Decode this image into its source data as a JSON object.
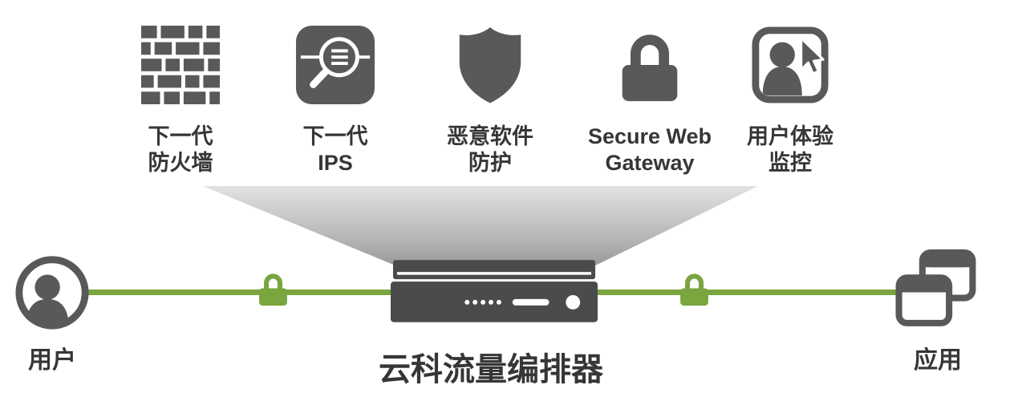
{
  "services": [
    {
      "icon": "next-gen-firewall-icon",
      "line1": "下一代",
      "line2": "防火墙"
    },
    {
      "icon": "next-gen-ips-icon",
      "line1": "下一代",
      "line2": "IPS"
    },
    {
      "icon": "malware-protection-icon",
      "line1": "恶意软件",
      "line2": "防护"
    },
    {
      "icon": "secure-web-gateway-icon",
      "line1": "Secure Web",
      "line2": "Gateway"
    },
    {
      "icon": "user-experience-monitoring-icon",
      "line1": "用户体验",
      "line2": "监控"
    }
  ],
  "flow": {
    "left_endpoint_label": "用户",
    "right_endpoint_label": "应用",
    "appliance_label": "云科流量编排器"
  },
  "colors": {
    "icon_gray": "#58595b",
    "accent_green": "#7aa53f",
    "label_text": "#363636",
    "funnel_top": "#e2e2e2",
    "funnel_bottom": "#9a9a9a"
  }
}
